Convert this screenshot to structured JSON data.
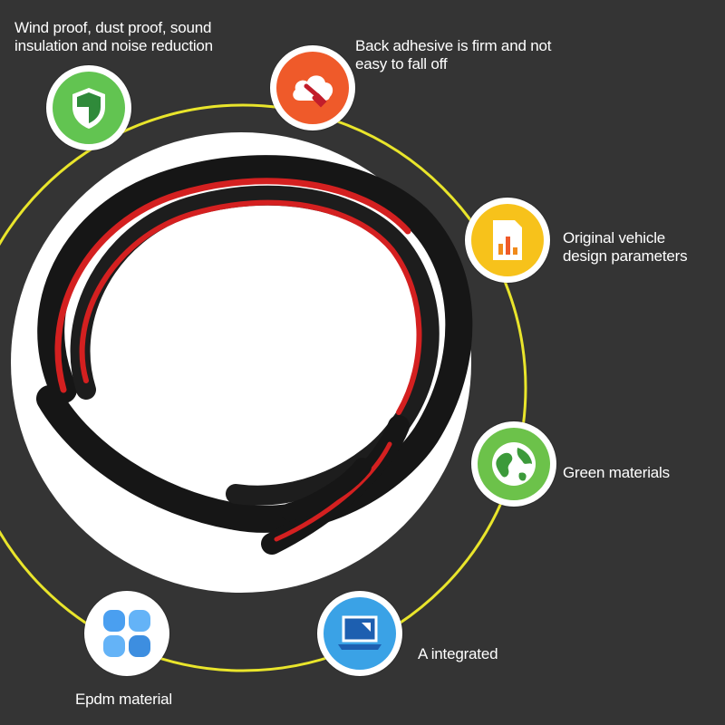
{
  "features": {
    "wind_proof": {
      "line1": "Wind proof, dust proof, sound",
      "line2": "insulation and noise reduction",
      "icon": "shield-icon",
      "color": "#62c451"
    },
    "back_adhesive": {
      "line1": "Back adhesive is firm and not",
      "line2": "easy to fall off",
      "icon": "cloud-wrench-icon",
      "color": "#ef5a2a"
    },
    "original_design": {
      "line1": "Original vehicle",
      "line2": "design parameters",
      "icon": "document-chart-icon",
      "color": "#f7c21b"
    },
    "green_materials": {
      "line1": "Green materials",
      "icon": "globe-icon",
      "color": "#6cc24a"
    },
    "integrated": {
      "line1": "A integrated",
      "icon": "laptop-icon",
      "color": "#3aa2e6"
    },
    "epdm": {
      "line1": "Epdm material",
      "icon": "four-petal-icon",
      "color": "#4a9ff0"
    }
  },
  "colors": {
    "background": "#343434",
    "ring": "#e9e52b",
    "seal_black": "#161616",
    "seal_red": "#d42020"
  }
}
